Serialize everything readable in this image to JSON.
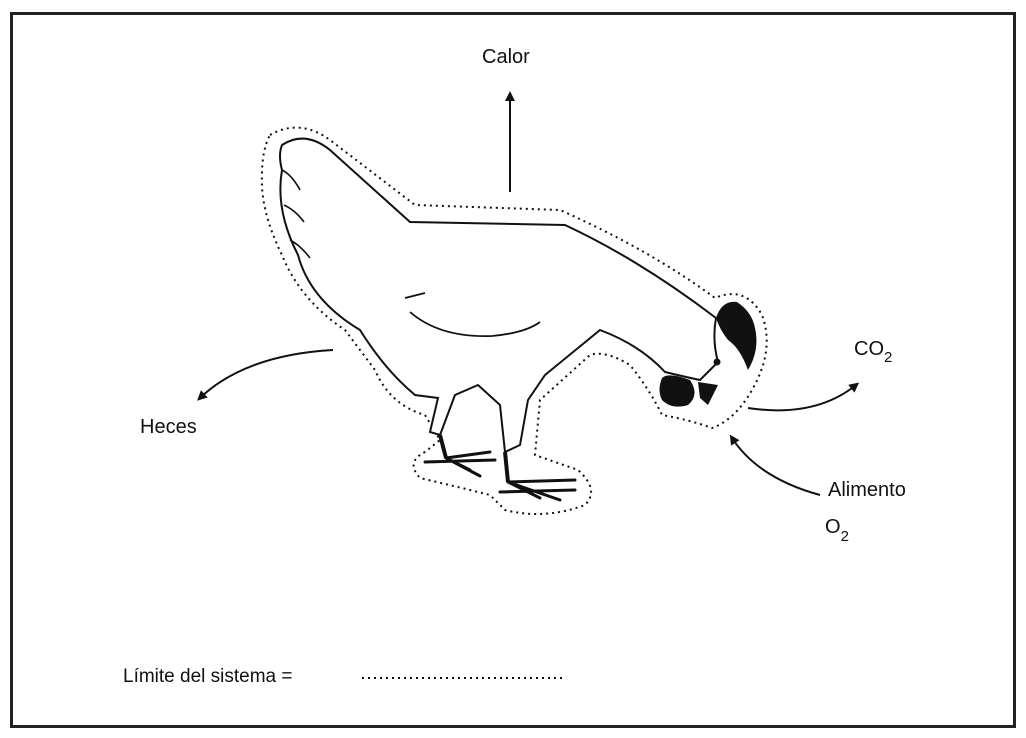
{
  "labels": {
    "heat": "Calor",
    "feces": "Heces",
    "co2_base": "CO",
    "co2_sub": "2",
    "food": "Alimento",
    "o2_base": "O",
    "o2_sub": "2",
    "legend": "Límite del sistema ="
  }
}
